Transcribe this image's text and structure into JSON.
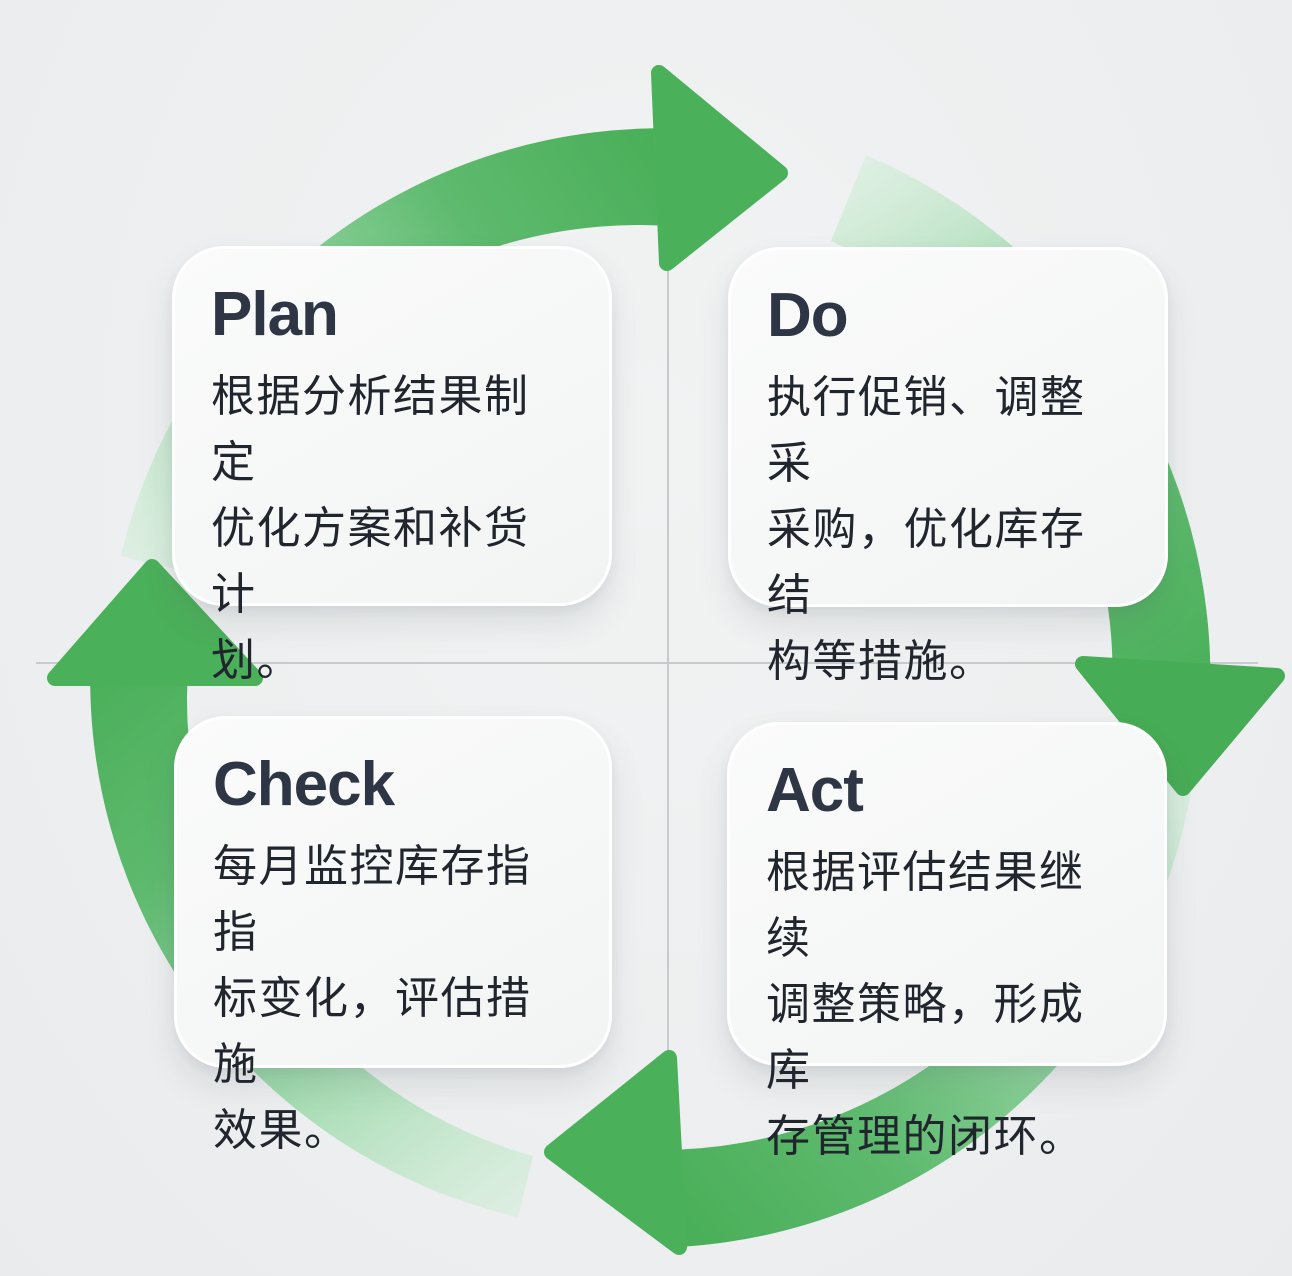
{
  "page": {
    "background_color": "#edeff0",
    "divider_line_color": "#c6cbce"
  },
  "diagram": {
    "type": "cycle",
    "direction": "clockwise",
    "arrow_head_color": "#4bb05a",
    "arrow_tail_color": "#d2eed8",
    "card_color": "#f7f8f8",
    "title_color": "#2e3646",
    "text_color": "#21262e",
    "steps": [
      {
        "title": "Plan",
        "description": "根据分析结果制定\n优化方案和补货计\n划。"
      },
      {
        "title": "Do",
        "description": "执行促销、调整采\n采购，优化库存结\n构等措施。"
      },
      {
        "title": "Check",
        "description": "每月监控库存指指\n标变化，评估措施\n效果。"
      },
      {
        "title": "Act",
        "description": "根据评估结果继续\n调整策略，形成库\n存管理的闭环。"
      }
    ],
    "arrows": [
      {
        "name": "plan-to-do",
        "position": "top",
        "points": "right"
      },
      {
        "name": "do-to-act",
        "position": "right",
        "points": "down"
      },
      {
        "name": "act-to-check",
        "position": "bottom",
        "points": "left"
      },
      {
        "name": "check-to-plan",
        "position": "left",
        "points": "up"
      }
    ]
  }
}
